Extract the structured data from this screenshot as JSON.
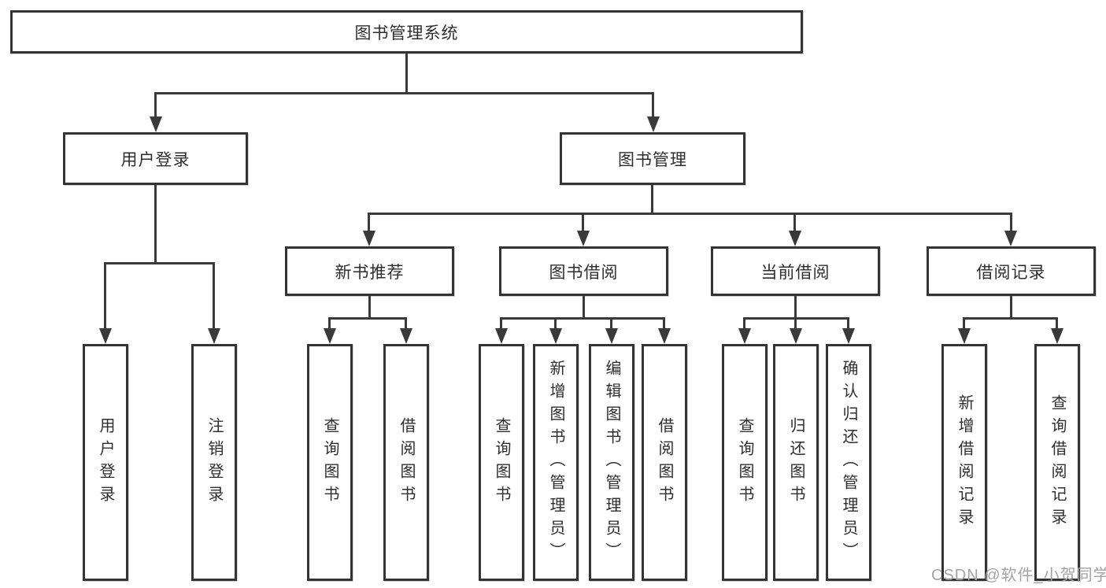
{
  "diagram": {
    "root": {
      "label": "图书管理系统"
    },
    "level2": [
      {
        "label": "用户登录"
      },
      {
        "label": "图书管理"
      }
    ],
    "level3": [
      {
        "label": "新书推荐",
        "parent": "图书管理"
      },
      {
        "label": "图书借阅",
        "parent": "图书管理"
      },
      {
        "label": "当前借阅",
        "parent": "图书管理"
      },
      {
        "label": "借阅记录",
        "parent": "图书管理"
      }
    ],
    "leaves": [
      {
        "label": "用户登录",
        "parent": "用户登录"
      },
      {
        "label": "注销登录",
        "parent": "用户登录"
      },
      {
        "label": "查询图书",
        "parent": "新书推荐"
      },
      {
        "label": "借阅图书",
        "parent": "新书推荐"
      },
      {
        "label": "查询图书",
        "parent": "图书借阅"
      },
      {
        "label": "新增图书（管理员）",
        "parent": "图书借阅"
      },
      {
        "label": "编辑图书（管理员）",
        "parent": "图书借阅"
      },
      {
        "label": "借阅图书",
        "parent": "图书借阅"
      },
      {
        "label": "查询图书",
        "parent": "当前借阅"
      },
      {
        "label": "归还图书",
        "parent": "当前借阅"
      },
      {
        "label": "确认归还（管理员）",
        "parent": "当前借阅"
      },
      {
        "label": "新增借阅记录",
        "parent": "借阅记录"
      },
      {
        "label": "查询借阅记录",
        "parent": "借阅记录"
      }
    ],
    "icons": {
      "connector_arrow": "arrowhead-down"
    },
    "colors": {
      "background": "#ffffff",
      "box_border": "#343434",
      "line": "#3a3a3a",
      "text": "#2e2e2e",
      "watermark": "#a3a3a3"
    }
  },
  "watermark": {
    "text": "CSDN @软件_小贺同学"
  }
}
